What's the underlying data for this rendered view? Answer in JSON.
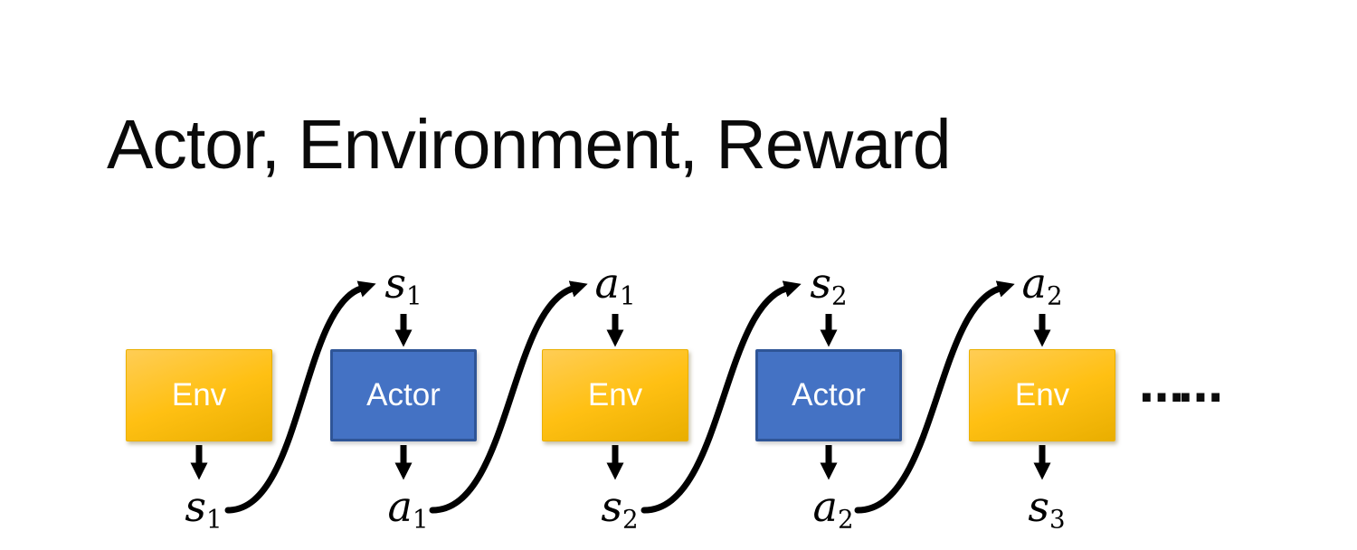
{
  "title": "Actor, Environment, Reward",
  "diagram": {
    "ellipsis": "……",
    "boxes": [
      {
        "id": "env-1",
        "label": "Env",
        "type": "env",
        "bottom_label": {
          "base": "s",
          "sub": "1"
        }
      },
      {
        "id": "actor-1",
        "label": "Actor",
        "type": "actor",
        "top_label": {
          "base": "s",
          "sub": "1"
        },
        "bottom_label": {
          "base": "a",
          "sub": "1"
        }
      },
      {
        "id": "env-2",
        "label": "Env",
        "type": "env",
        "top_label": {
          "base": "a",
          "sub": "1"
        },
        "bottom_label": {
          "base": "s",
          "sub": "2"
        }
      },
      {
        "id": "actor-2",
        "label": "Actor",
        "type": "actor",
        "top_label": {
          "base": "s",
          "sub": "2"
        },
        "bottom_label": {
          "base": "a",
          "sub": "2"
        }
      },
      {
        "id": "env-3",
        "label": "Env",
        "type": "env",
        "top_label": {
          "base": "a",
          "sub": "2"
        },
        "bottom_label": {
          "base": "s",
          "sub": "3"
        }
      }
    ],
    "curved_flows": [
      {
        "from": "env-1 output s1",
        "to": "actor-1 input s1"
      },
      {
        "from": "actor-1 output a1",
        "to": "env-2 input a1"
      },
      {
        "from": "env-2 output s2",
        "to": "actor-2 input s2"
      },
      {
        "from": "actor-2 output a2",
        "to": "env-3 input a2"
      }
    ],
    "colors": {
      "env_top": "#FFCD55",
      "env_bottom": "#E9AE00",
      "actor_fill": "#4472C4",
      "actor_border": "#2F5597",
      "arrow": "#000000",
      "box_text": "#FFFFFF",
      "title_text": "#0A0A0A"
    }
  }
}
